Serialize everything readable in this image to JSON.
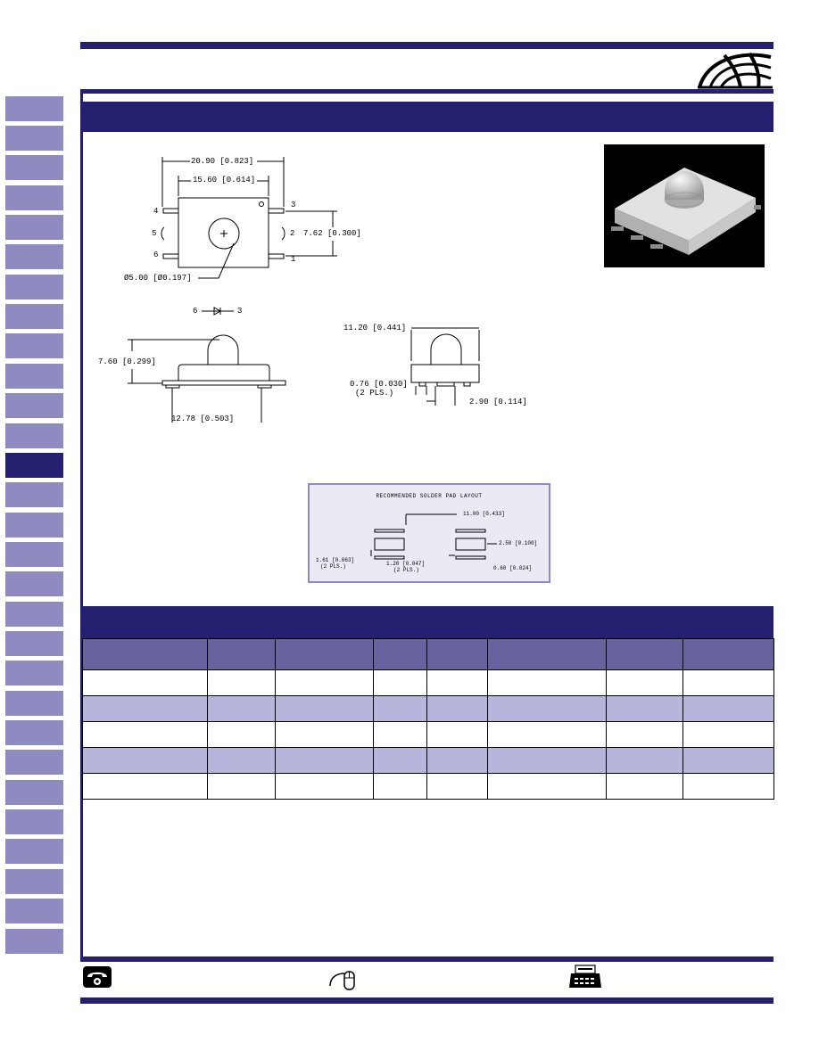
{
  "drawing": {
    "top_view": {
      "dim_overall_width": "20.90 [0.823]",
      "dim_body_width": "15.60 [0.614]",
      "dim_pin_pitch": "7.62 [0.300]",
      "dim_lens_diameter": "Ø5.00 [Ø0.197]",
      "pins_left": [
        "4",
        "5",
        "6"
      ],
      "pins_right": [
        "3",
        "2",
        "1"
      ]
    },
    "schematic": {
      "left": "6",
      "right": "3"
    },
    "side_view": {
      "dim_height": "7.60 [0.299]",
      "dim_pad_span": "12.78 [0.503]"
    },
    "end_view": {
      "dim_width": "11.20 [0.441]",
      "dim_lead": "0.76 [0.030]",
      "dim_lead_note": "(2 PLS.)",
      "dim_lead_spacing": "2.90 [0.114]"
    },
    "solder_layout": {
      "title": "RECOMMENDED SOLDER PAD LAYOUT",
      "dim_span": "11.00 [0.433]",
      "dim_pad_height": "2.50 [0.100]",
      "dim_pad_side": "1.61 [0.063]",
      "dim_pad_side_note": "(2 PLS.)",
      "dim_pad_width": "1.20 [0.047]",
      "dim_pad_width_note": "(2 PLS.)",
      "dim_pad_small": "0.60 [0.024]"
    }
  },
  "colors": {
    "navy": "#241f6e",
    "tab": "#8f8bc0",
    "table_header": "#67639e",
    "table_alt_row": "#b8b5dc"
  },
  "icons": [
    "globe-logo-icon",
    "phone-icon",
    "mouse-icon",
    "fax-icon"
  ]
}
